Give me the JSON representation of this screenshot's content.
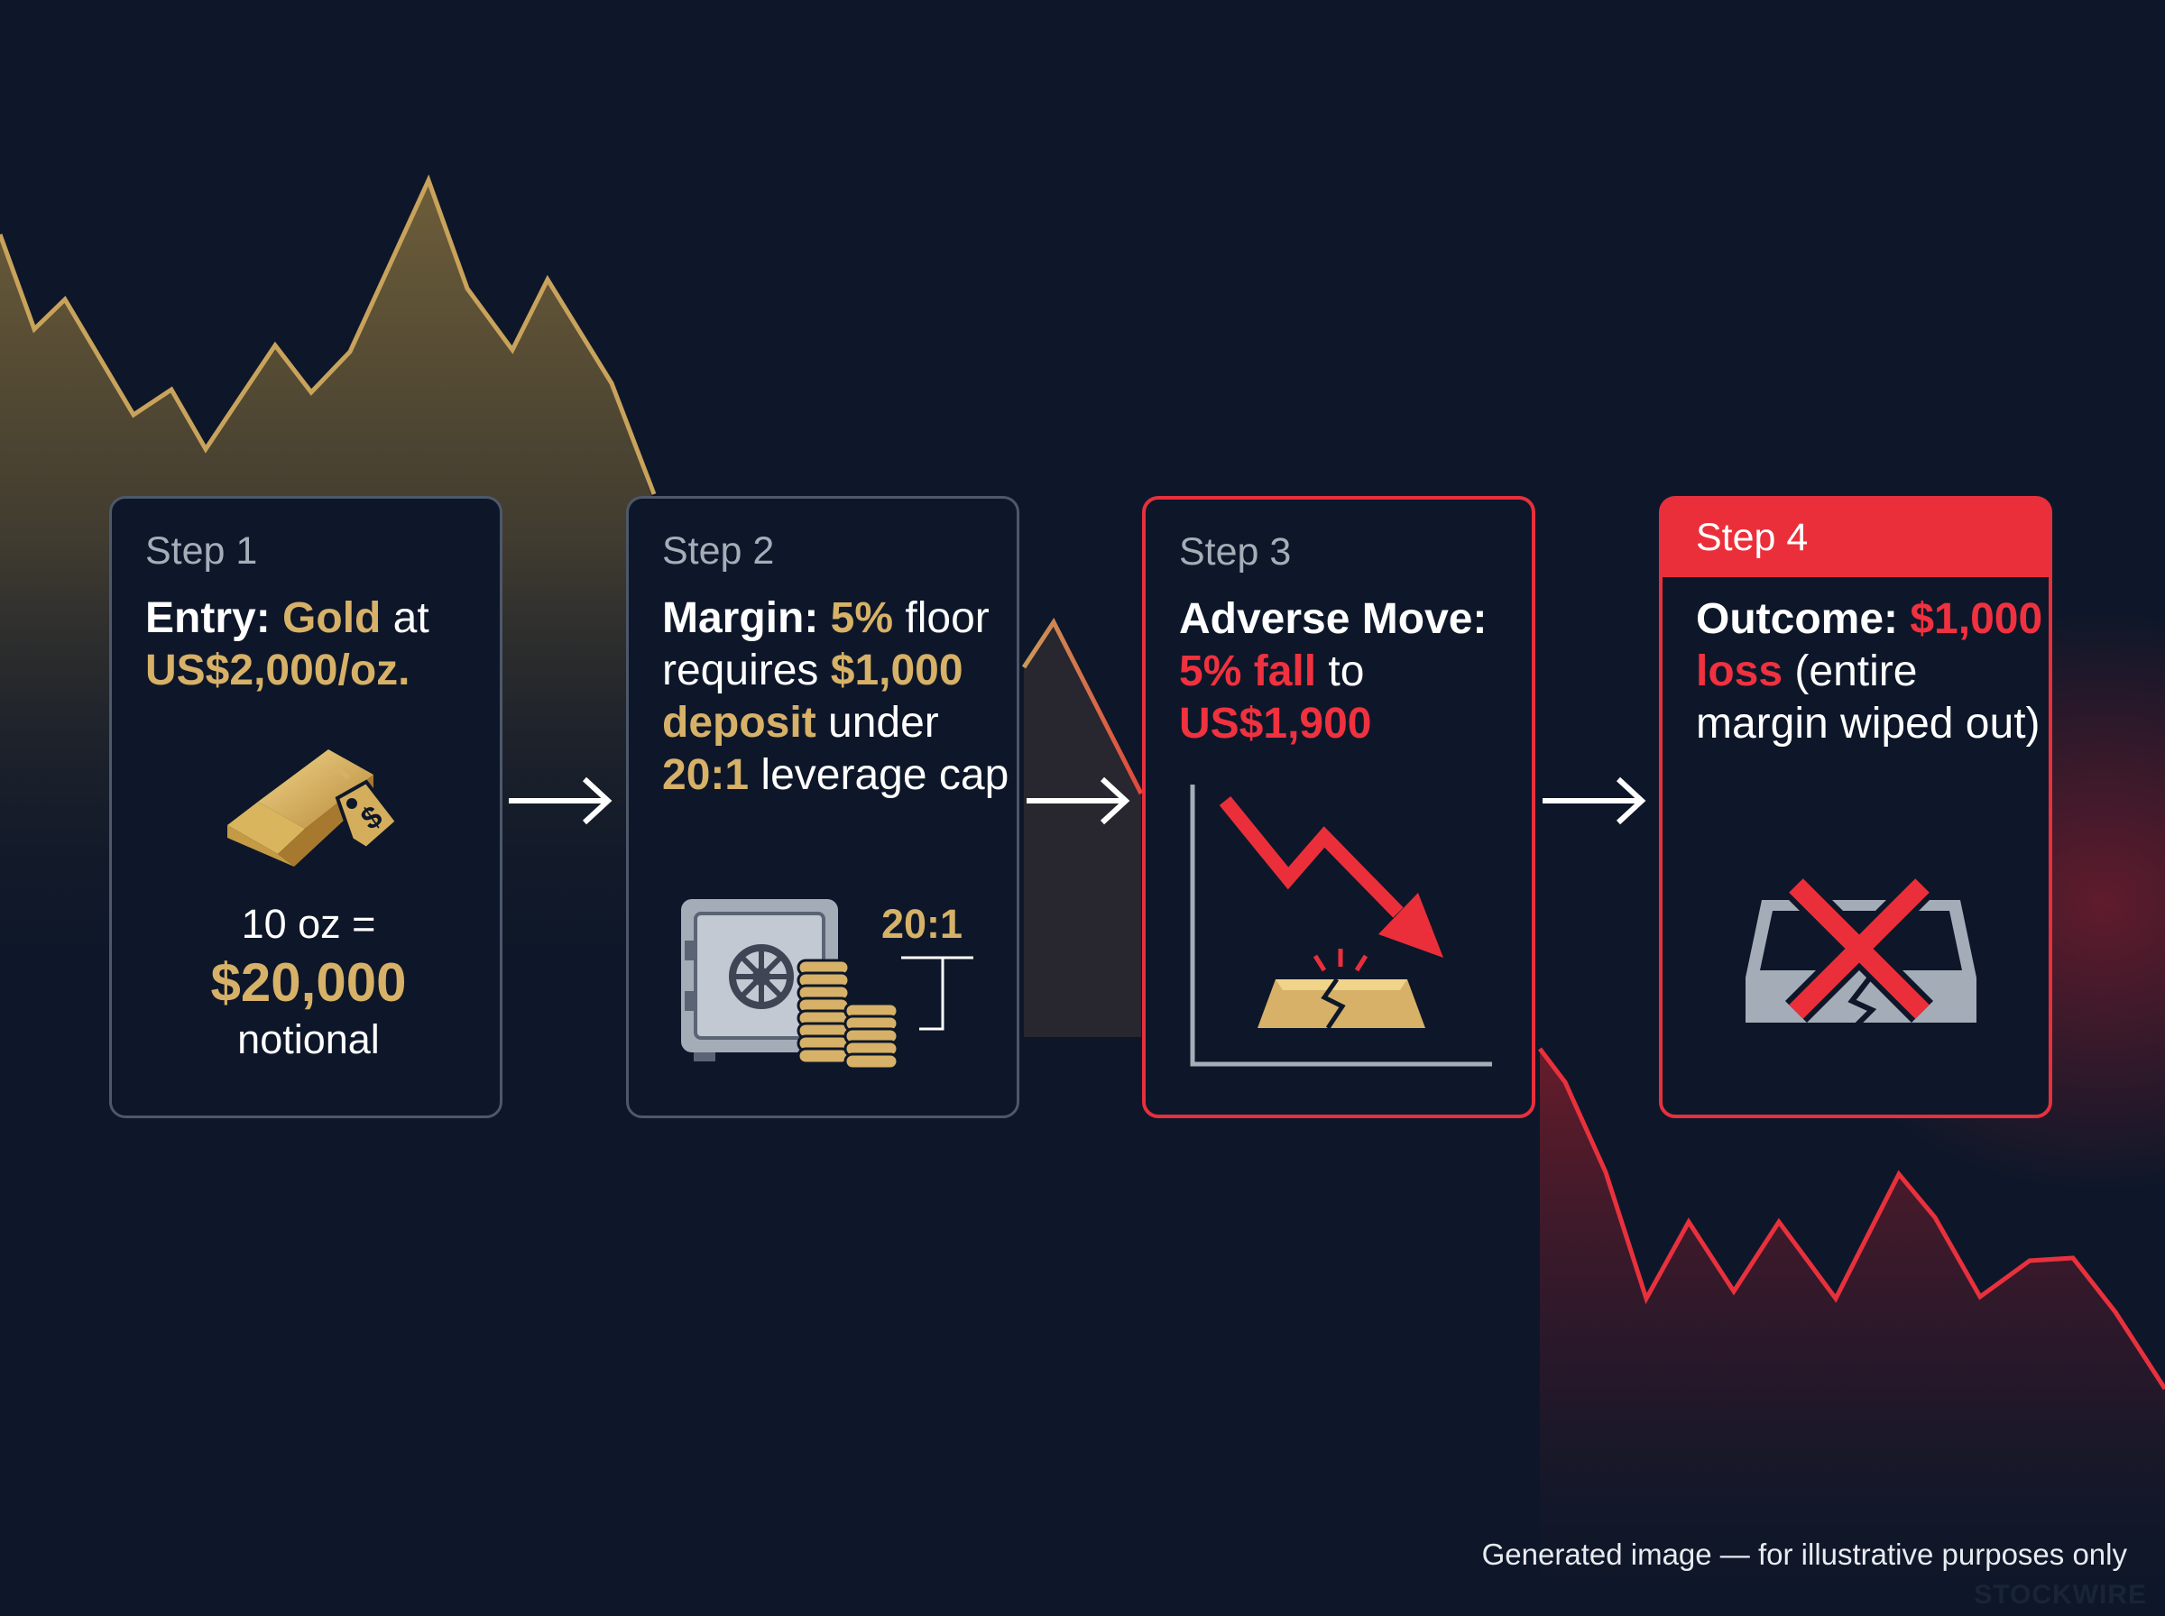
{
  "steps": [
    {
      "label": "Step 1",
      "headline": [
        {
          "text": "Entry:",
          "style": "bold"
        },
        {
          "text": " "
        },
        {
          "text": "Gold",
          "style": "bold-gold"
        },
        {
          "text": " at "
        },
        {
          "text": "US$2,000/oz.",
          "style": "bold-gold"
        }
      ],
      "icon": "gold-bar-with-price-tag-icon",
      "quantity": "10 oz =",
      "notional_value": "$20,000",
      "notional_label": "notional"
    },
    {
      "label": "Step 2",
      "headline": [
        {
          "text": "Margin:",
          "style": "bold"
        },
        {
          "text": " "
        },
        {
          "text": "5%",
          "style": "bold-gold"
        },
        {
          "text": " floor requires "
        },
        {
          "text": "$1,000 deposit",
          "style": "bold-gold"
        },
        {
          "text": " under "
        },
        {
          "text": "20:1",
          "style": "bold-gold"
        },
        {
          "text": " leverage cap"
        }
      ],
      "icon": "safe-with-coin-stacks-icon",
      "ratio_label": "20:1"
    },
    {
      "label": "Step 3",
      "headline": [
        {
          "text": "Adverse Move:",
          "style": "bold"
        },
        {
          "text": " "
        },
        {
          "text": "5% fall",
          "style": "bold-red"
        },
        {
          "text": " to "
        },
        {
          "text": "US$1,900",
          "style": "bold-red"
        }
      ],
      "icon": "falling-arrow-cracked-gold-bar-icon"
    },
    {
      "label": "Step 4",
      "headline": [
        {
          "text": "Outcome:",
          "style": "bold"
        },
        {
          "text": " "
        },
        {
          "text": "$1,000 loss",
          "style": "bold-red"
        },
        {
          "text": " (entire margin wiped out)"
        }
      ],
      "icon": "empty-cracked-tray-with-x-icon"
    }
  ],
  "footer": "Generated image — for illustrative purposes only",
  "watermark": "STOCKWIRE",
  "colors": {
    "background": "#0e1729",
    "gold": "#d6b167",
    "red": "#eb2f3a",
    "card_border": "#4d586b",
    "muted_text": "#a5adb8"
  }
}
